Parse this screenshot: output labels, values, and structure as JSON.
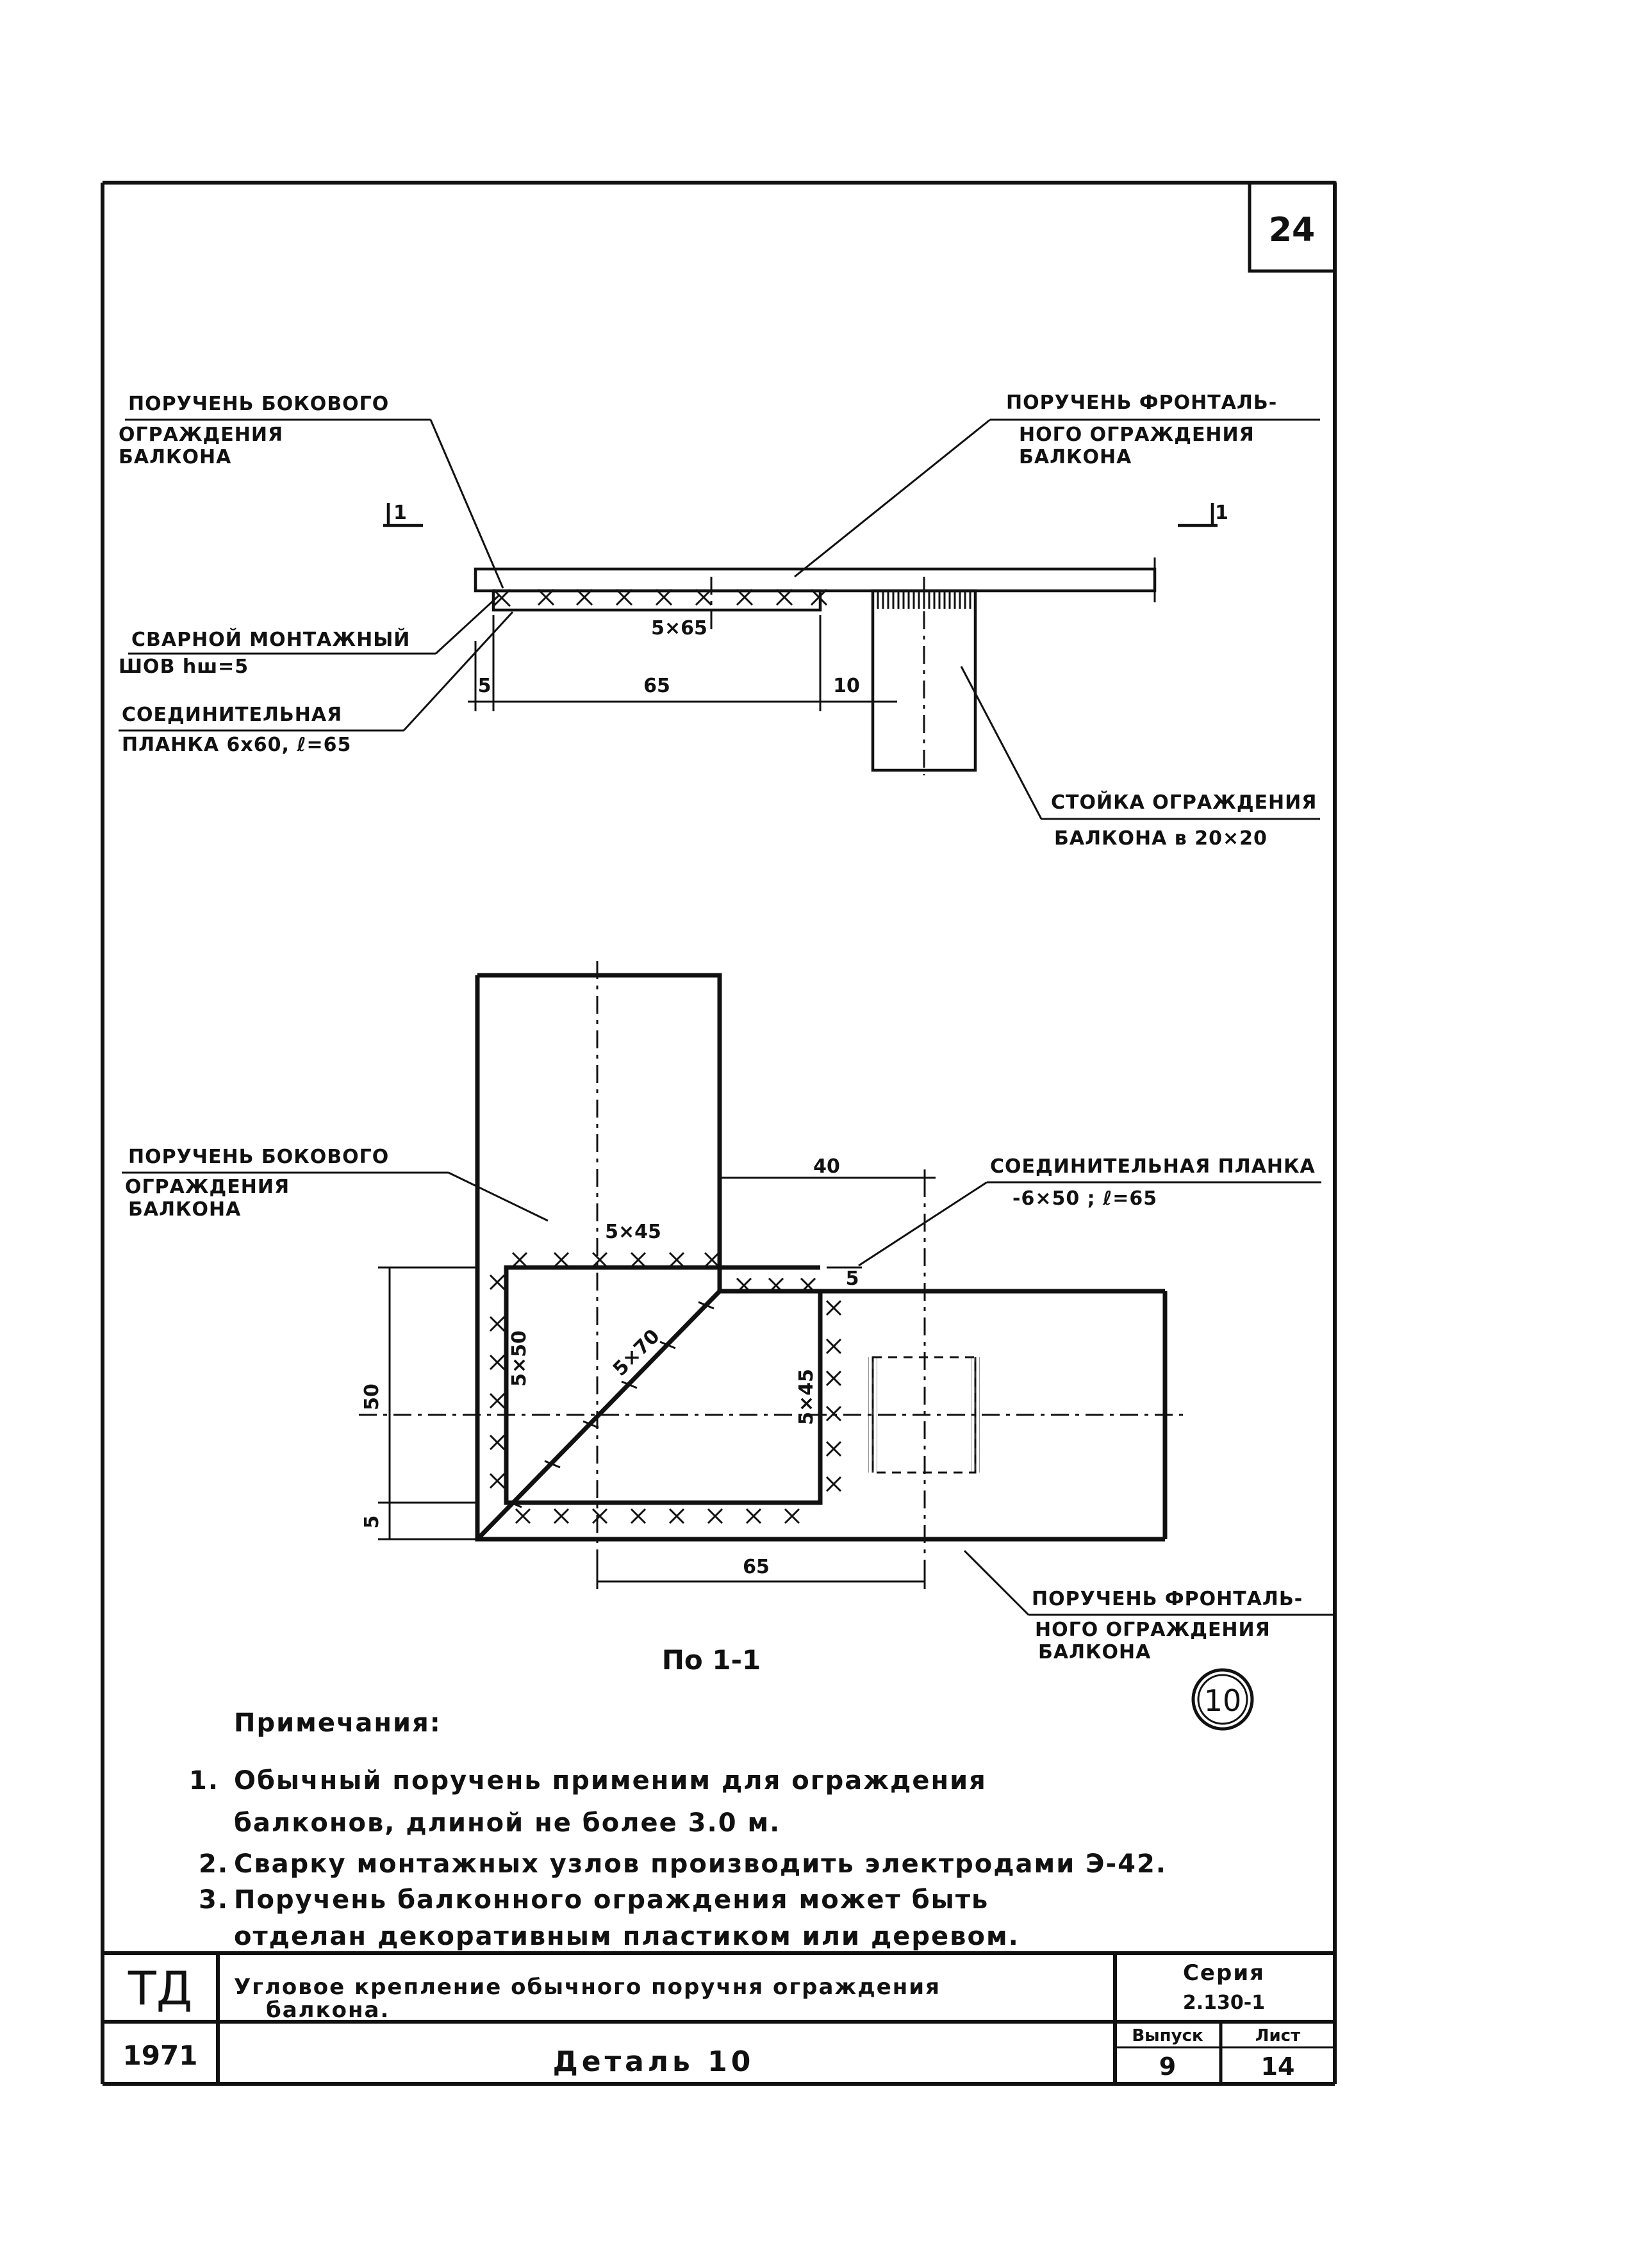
{
  "sheet": {
    "number": "24"
  },
  "elevation": {
    "section_mark_left": "1",
    "section_mark_right": "1",
    "label_side_rail": [
      "ПОРУЧЕНЬ БОКОВОГО",
      "ОГРАЖДЕНИЯ",
      "БАЛКОНА"
    ],
    "label_front_rail": [
      "ПОРУЧЕНЬ ФРОНТАЛЬ-",
      "НОГО ОГРАЖДЕНИЯ",
      "БАЛКОНА"
    ],
    "label_weld": [
      "СВАРНОЙ МОНТАЖНЫЙ",
      "ШОВ hш=5"
    ],
    "label_plate": [
      "СОЕДИНИТЕЛЬНАЯ",
      "ПЛАНКА 6x60, ℓ=65"
    ],
    "label_post": [
      "СТОЙКА ОГРАЖДЕНИЯ",
      "БАЛКОНА в 20×20"
    ],
    "weld_label": "5×65",
    "dim_5": "5",
    "dim_65": "65",
    "dim_10": "10"
  },
  "plan": {
    "label_side_rail": [
      "ПОРУЧЕНЬ БОКОВОГО",
      "ОГРАЖДЕНИЯ",
      "БАЛКОНА"
    ],
    "label_plate": [
      "СОЕДИНИТЕЛЬНАЯ ПЛАНКА",
      "-6×50 ; ℓ=65"
    ],
    "label_front_rail": [
      "ПОРУЧЕНЬ ФРОНТАЛЬ-",
      "НОГО ОГРАЖДЕНИЯ",
      "БАЛКОНА"
    ],
    "dim_40": "40",
    "dim_5_top": "5",
    "dim_50": "50",
    "dim_5_left": "5",
    "dim_65": "65",
    "weld_top": "5×45",
    "weld_left": "5×50",
    "weld_diag": "5×70",
    "weld_right": "5×45",
    "section_caption": "По 1-1",
    "detail_number": "10"
  },
  "notes": {
    "heading": "Примечания:",
    "items": [
      {
        "num": "1.",
        "lines": [
          "Обычный поручень применим для ограждения",
          "балконов, длиной   не более 3.0 м."
        ]
      },
      {
        "num": "2.",
        "lines": [
          "Сварку монтажных узлов производить электродами Э-42."
        ]
      },
      {
        "num": "3.",
        "lines": [
          "Поручень балконного ограждения может быть",
          "отделан декоративным   пластиком или деревом."
        ]
      }
    ]
  },
  "title_block": {
    "org": "ТД",
    "year": "1971",
    "title_line1": "Угловое крепление обычного поручня ограждения",
    "title_line2": "балкона.",
    "detail": "Деталь 10",
    "series_label": "Серия",
    "series_value": "2.130-1",
    "issue_label": "Выпуск",
    "issue_value": "9",
    "sheet_label": "Лист",
    "sheet_value": "14"
  }
}
